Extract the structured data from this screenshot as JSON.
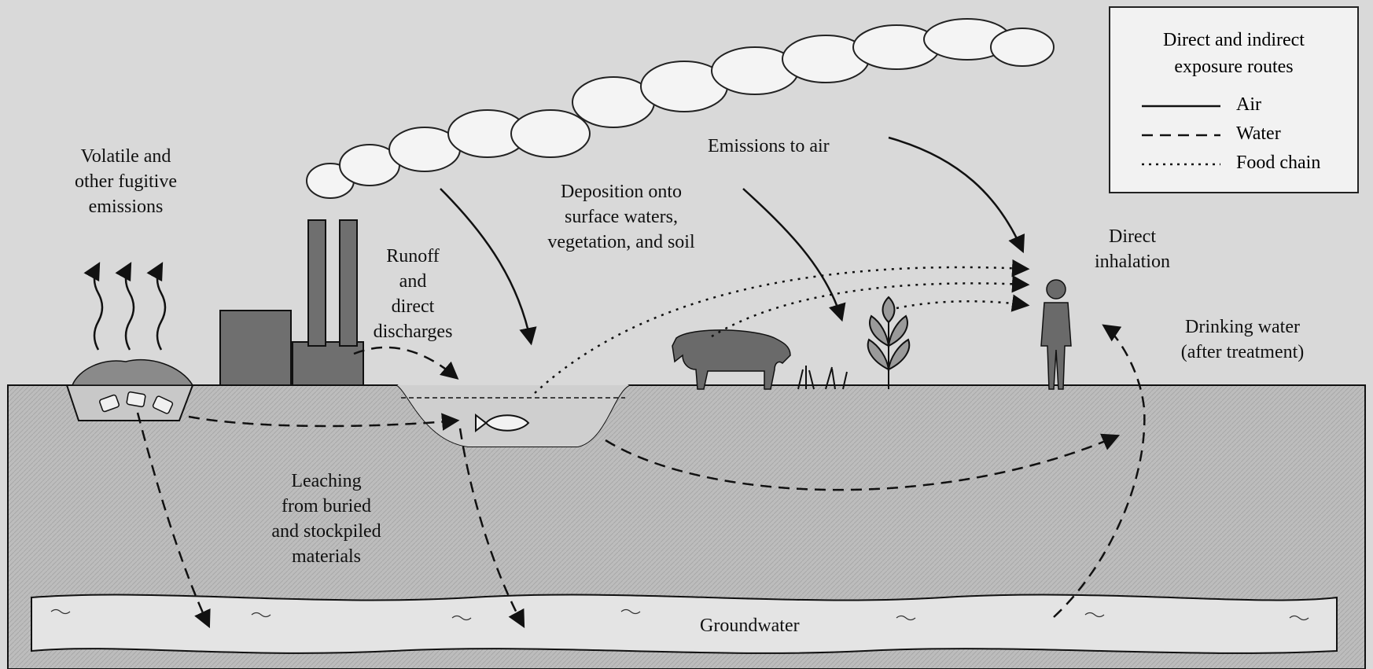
{
  "legend": {
    "title_line1": "Direct and indirect",
    "title_line2": "exposure routes",
    "items": [
      {
        "label": "Air",
        "style": "solid"
      },
      {
        "label": "Water",
        "style": "dashed"
      },
      {
        "label": "Food chain",
        "style": "dotted"
      }
    ]
  },
  "labels": {
    "volatile": [
      "Volatile and",
      "other fugitive",
      "emissions"
    ],
    "runoff": [
      "Runoff",
      "and",
      "direct",
      "discharges"
    ],
    "deposition": [
      "Deposition onto",
      "surface waters,",
      "vegetation, and soil"
    ],
    "emissions_air": "Emissions to air",
    "inhalation": [
      "Direct",
      "inhalation"
    ],
    "drinking": [
      "Drinking water",
      "(after treatment)"
    ],
    "leaching": [
      "Leaching",
      "from buried",
      "and stockpiled",
      "materials"
    ],
    "groundwater": "Groundwater"
  },
  "colors": {
    "background": "#d9d9d9",
    "ground": "#bdbdbd",
    "groundwater_band": "#e4e4e4",
    "ink": "#111111"
  }
}
